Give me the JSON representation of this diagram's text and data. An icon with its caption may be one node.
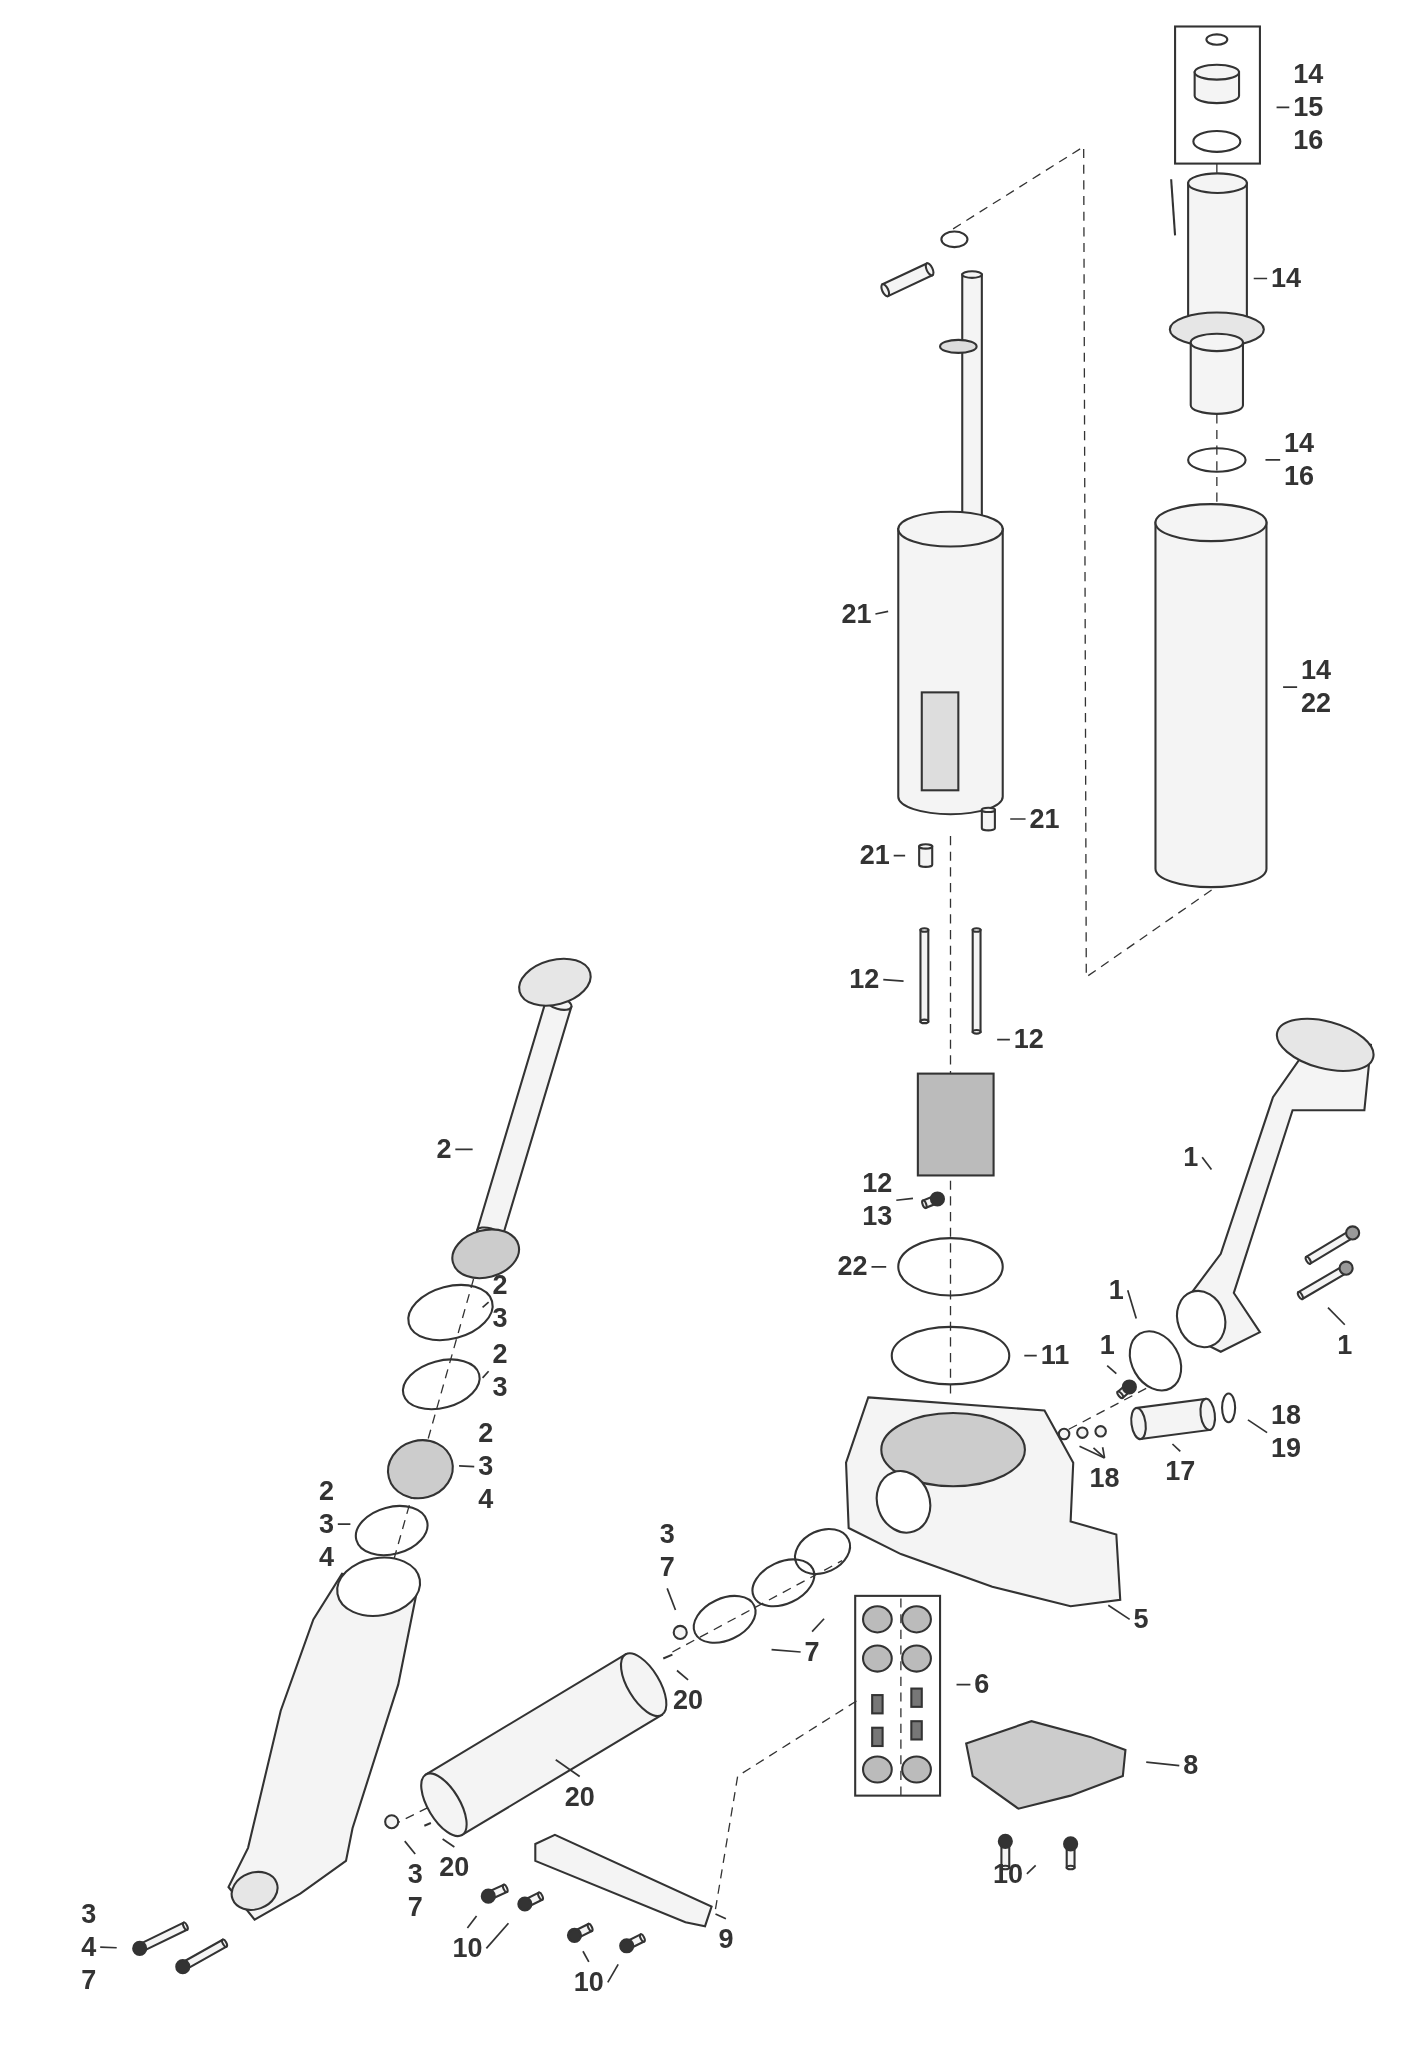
{
  "diagram": {
    "nodes": [
      {
        "text": [
          "14",
          "15",
          "16"
        ]
      },
      {
        "text": [
          "14"
        ]
      },
      {
        "text": [
          "14",
          "16"
        ]
      },
      {
        "text": [
          "21"
        ]
      },
      {
        "text": [
          "14",
          "22"
        ]
      },
      {
        "text": [
          "21"
        ]
      },
      {
        "text": [
          "21"
        ]
      },
      {
        "text": [
          "12"
        ]
      },
      {
        "text": [
          "12"
        ]
      },
      {
        "text": [
          "2"
        ]
      },
      {
        "text": [
          "1"
        ]
      },
      {
        "text": [
          "12",
          "13"
        ]
      },
      {
        "text": [
          "22"
        ]
      },
      {
        "text": [
          "2",
          "3"
        ]
      },
      {
        "text": [
          "1"
        ]
      },
      {
        "text": [
          "1"
        ]
      },
      {
        "text": [
          "1"
        ]
      },
      {
        "text": [
          "11"
        ]
      },
      {
        "text": [
          "2",
          "3"
        ]
      },
      {
        "text": [
          "18",
          "19"
        ]
      },
      {
        "text": [
          "2",
          "3",
          "4"
        ]
      },
      {
        "text": [
          "18"
        ]
      },
      {
        "text": [
          "17"
        ]
      },
      {
        "text": [
          "2",
          "3",
          "4"
        ]
      },
      {
        "text": [
          "3",
          "7"
        ]
      },
      {
        "text": [
          "5"
        ]
      },
      {
        "text": [
          "7"
        ]
      },
      {
        "text": [
          "6"
        ]
      },
      {
        "text": [
          "20"
        ]
      },
      {
        "text": [
          "8"
        ]
      },
      {
        "text": [
          "20"
        ]
      },
      {
        "text": [
          "20"
        ]
      },
      {
        "text": [
          "3",
          "7"
        ]
      },
      {
        "text": [
          "10"
        ]
      },
      {
        "text": [
          "3",
          "4",
          "7"
        ]
      },
      {
        "text": [
          "10"
        ]
      },
      {
        "text": [
          "9"
        ]
      },
      {
        "text": [
          "10"
        ]
      }
    ],
    "edges": [
      {
        "from": 0,
        "to": null,
        "arrow": "none"
      },
      {
        "from": 1,
        "to": null,
        "arrow": "none"
      },
      {
        "from": 2,
        "to": null,
        "arrow": "none"
      },
      {
        "from": 3,
        "to": null,
        "arrow": "none"
      },
      {
        "from": 4,
        "to": null,
        "arrow": "none"
      },
      {
        "from": 5,
        "to": null,
        "arrow": "none"
      },
      {
        "from": 6,
        "to": null,
        "arrow": "none"
      },
      {
        "from": 7,
        "to": null,
        "arrow": "none"
      },
      {
        "from": 8,
        "to": null,
        "arrow": "none"
      },
      {
        "from": 9,
        "to": null,
        "arrow": "none"
      },
      {
        "from": 10,
        "to": null,
        "arrow": "none"
      },
      {
        "from": 11,
        "to": null,
        "arrow": "none"
      },
      {
        "from": 12,
        "to": null,
        "arrow": "none"
      },
      {
        "from": 13,
        "to": null,
        "arrow": "none"
      },
      {
        "from": 14,
        "to": null,
        "arrow": "none"
      },
      {
        "from": 15,
        "to": null,
        "arrow": "none"
      },
      {
        "from": 16,
        "to": null,
        "arrow": "none"
      },
      {
        "from": 17,
        "to": null,
        "arrow": "none"
      },
      {
        "from": 18,
        "to": null,
        "arrow": "none"
      },
      {
        "from": 19,
        "to": null,
        "arrow": "none"
      },
      {
        "from": 20,
        "to": null,
        "arrow": "none"
      },
      {
        "from": 21,
        "to": null,
        "arrow": "none"
      },
      {
        "from": 21,
        "to": null,
        "arrow": "none"
      },
      {
        "from": 21,
        "to": null,
        "arrow": "none"
      },
      {
        "from": 22,
        "to": null,
        "arrow": "none"
      },
      {
        "from": 23,
        "to": null,
        "arrow": "none"
      },
      {
        "from": 24,
        "to": null,
        "arrow": "none"
      },
      {
        "from": 25,
        "to": null,
        "arrow": "none"
      },
      {
        "from": 26,
        "to": null,
        "arrow": "none"
      },
      {
        "from": 26,
        "to": null,
        "arrow": "none"
      },
      {
        "from": 27,
        "to": null,
        "arrow": "none"
      },
      {
        "from": 28,
        "to": null,
        "arrow": "none"
      },
      {
        "from": 29,
        "to": null,
        "arrow": "none"
      },
      {
        "from": 30,
        "to": null,
        "arrow": "none"
      },
      {
        "from": 31,
        "to": null,
        "arrow": "none"
      },
      {
        "from": 32,
        "to": null,
        "arrow": "none"
      },
      {
        "from": 33,
        "to": null,
        "arrow": "none"
      },
      {
        "from": 34,
        "to": null,
        "arrow": "none"
      },
      {
        "from": 35,
        "to": null,
        "arrow": "none"
      },
      {
        "from": 35,
        "to": null,
        "arrow": "none"
      },
      {
        "from": 36,
        "to": null,
        "arrow": "none"
      },
      {
        "from": 37,
        "to": null,
        "arrow": "none"
      },
      {
        "from": 37,
        "to": null,
        "arrow": "none"
      }
    ]
  }
}
